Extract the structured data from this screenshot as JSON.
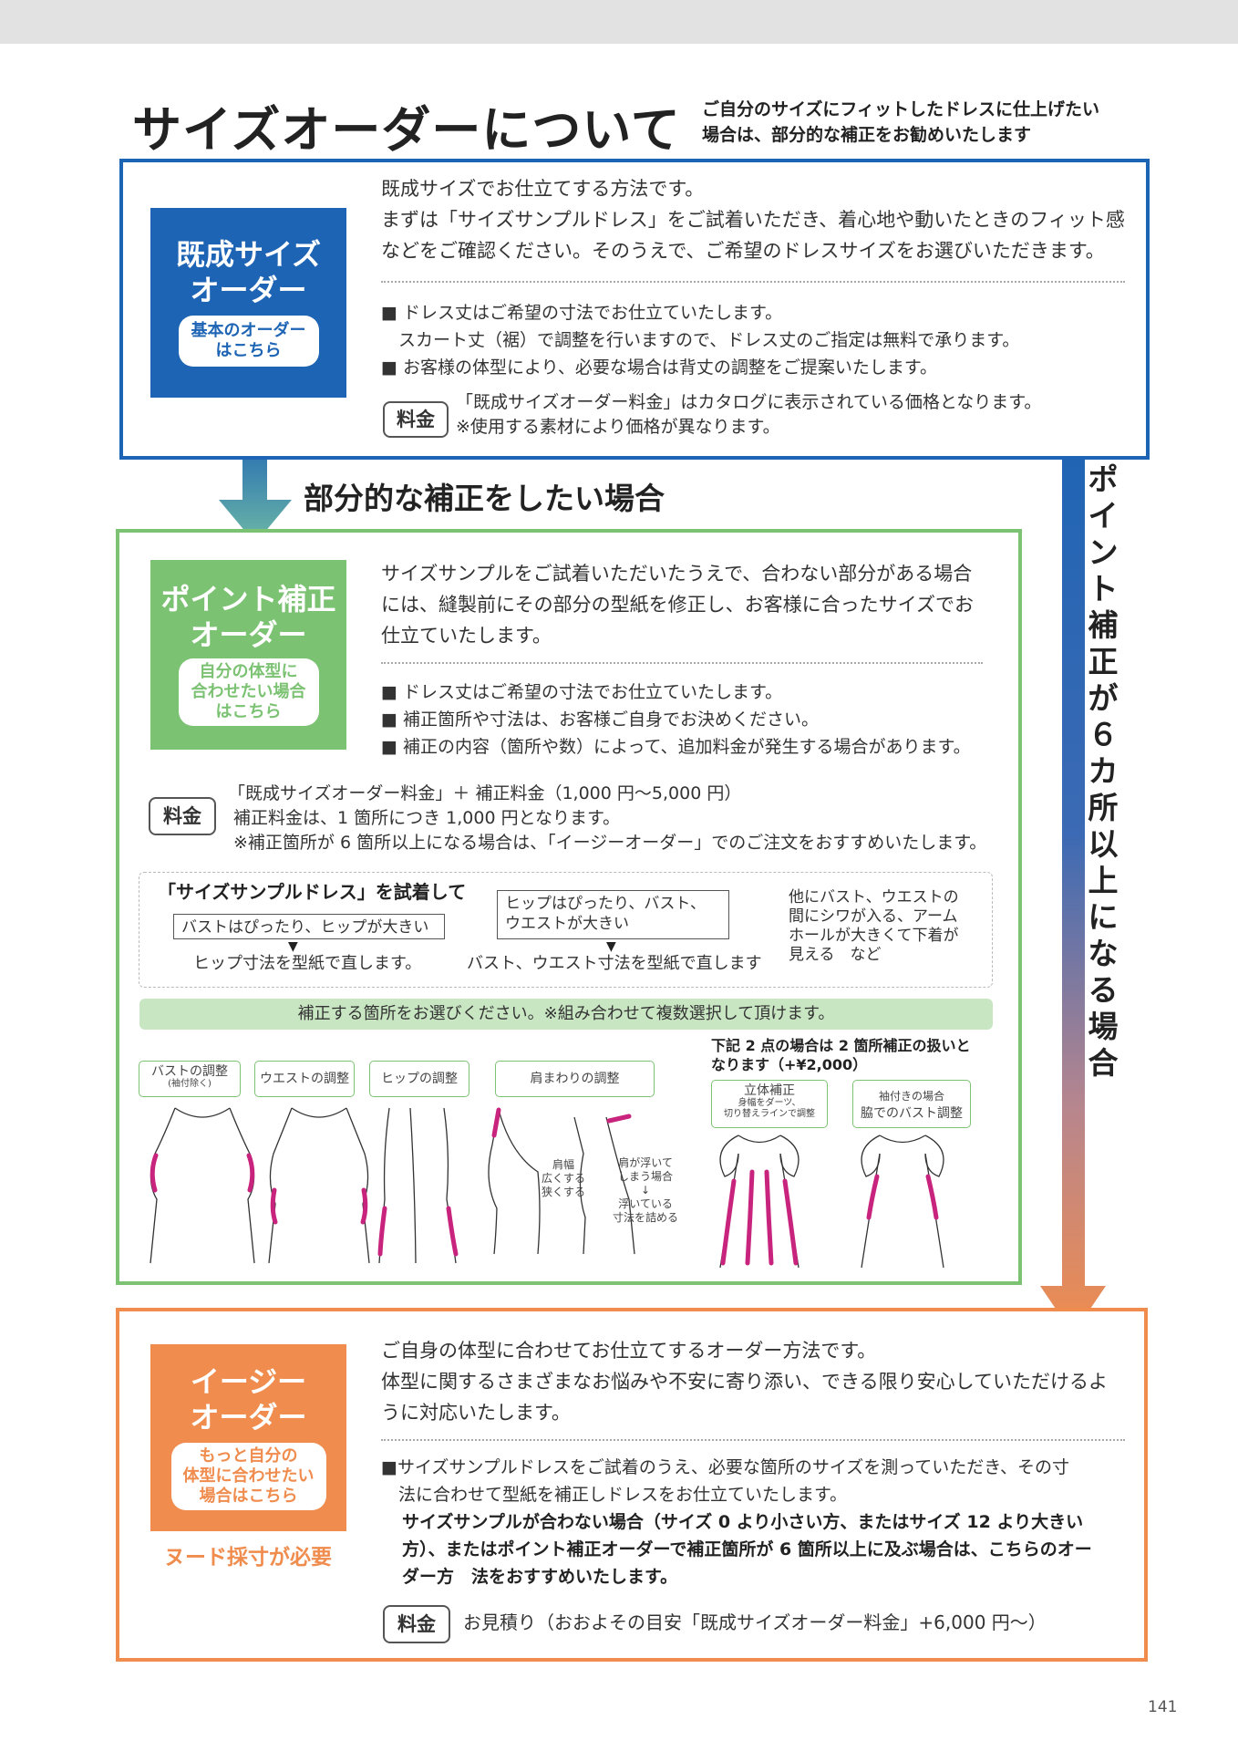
{
  "header": {
    "title": "サイズオーダーについて",
    "subtitle_line1": "ご自分のサイズにフィットしたドレスに仕上げたい",
    "subtitle_line2": "場合は、部分的な補正をお勧めいたします"
  },
  "ready_made": {
    "label_line1": "既成サイズ",
    "label_line2": "オーダー",
    "pill_line1": "基本のオーダー",
    "pill_line2": "はこちら",
    "desc": [
      "既成サイズでお仕立てする方法です。",
      "まずは「サイズサンプルドレス」をご試着いただき、着心地や動いたときのフィット感",
      "などをご確認ください。そのうえで、ご希望のドレスサイズをお選びいただきます。"
    ],
    "notes": [
      "■ ドレス丈はご希望の寸法でお仕立ていたします。",
      "　スカート丈（裾）で調整を行いますので、ドレス丈のご指定は無料で承ります。",
      "■ お客様の体型により、必要な場合は背丈の調整をご提案いたします。"
    ],
    "fee_label": "料金",
    "fee_lines": [
      "「既成サイズオーダー料金」はカタログに表示されている価格となります。",
      "※使用する素材により価格が異なります。"
    ]
  },
  "partial_heading": "部分的な補正をしたい場合",
  "vertical_text": "ポイント補正が６カ所以上になる場合",
  "point": {
    "label_line1": "ポイント補正",
    "label_line2": "オーダー",
    "pill_line1": "自分の体型に",
    "pill_line2": "合わせたい場合",
    "pill_line3": "はこちら",
    "desc": [
      "サイズサンプルをご試着いただいたうえで、合わない部分がある場合",
      "には、縫製前にその部分の型紙を修正し、お客様に合ったサイズでお",
      "仕立ていたします。"
    ],
    "notes": [
      "■ ドレス丈はご希望の寸法でお仕立ていたします。",
      "■ 補正箇所や寸法は、お客様ご自身でお決めください。",
      "■ 補正の内容（箇所や数）によって、追加料金が発生する場合があります。"
    ],
    "fee_label": "料金",
    "fee_lines": [
      "「既成サイズオーダー料金」＋ 補正料金（1,000 円〜5,000 円）",
      "補正料金は、1 箇所につき 1,000 円となります。",
      "※補正箇所が 6 箇所以上になる場合は、「イージーオーダー」でのご注文をおすすめいたします。"
    ],
    "trial_title": "「サイズサンプルドレス」を試着して",
    "case1_box": "バストはぴったり、ヒップが大きい",
    "case1_result": "ヒップ寸法を型紙で直します。",
    "case2_box_line1": "ヒップはぴったり、バスト、",
    "case2_box_line2": "ウエストが大きい",
    "case2_result": "バスト、ウエスト寸法を型紙で直します",
    "case3": [
      "他にバスト、ウエストの",
      "間にシワが入る、アーム",
      "ホールが大きくて下着が",
      "見える　など"
    ],
    "select_bar": "補正する箇所をお選びください。※組み合わせて複数選択して頂けます。",
    "adjust_labels": {
      "bust": "バストの調整",
      "bust_sub": "(袖付除く)",
      "waist": "ウエストの調整",
      "hip": "ヒップの調整",
      "shoulder": "肩まわりの調整"
    },
    "shoulder_notes": {
      "a1": "肩幅",
      "a2": "広くする",
      "a3": "狭くする",
      "b1": "肩が浮いて",
      "b2": "しまう場合",
      "b3": "↓",
      "b4": "浮いている",
      "b5": "寸法を詰める"
    },
    "two_point_line1": "下記 2 点の場合は 2 箇所補正の扱いと",
    "two_point_line2": "なります（+¥2,000）",
    "rittai": "立体補正",
    "rittai_sub1": "身幅をダーツ、",
    "rittai_sub2": "切り替えラインで調整",
    "sleeve1": "袖付きの場合",
    "sleeve2": "脇でのバスト調整"
  },
  "easy": {
    "label_line1": "イージー",
    "label_line2": "オーダー",
    "pill_line1": "もっと自分の",
    "pill_line2": "体型に合わせたい",
    "pill_line3": "場合はこちら",
    "nude": "ヌード採寸が必要",
    "desc": [
      "ご自身の体型に合わせてお仕立てするオーダー方法です。",
      "体型に関するさまざまなお悩みや不安に寄り添い、できる限り安心していただけるよ",
      "うに対応いたします。"
    ],
    "note1": "■サイズサンプルドレスをご試着のうえ、必要な箇所のサイズを測っていただき、その寸",
    "note2": "　法に合わせて型紙を補正しドレスをお仕立ていたします。",
    "bold_lines": [
      "サイズサンプルが合わない場合（サイズ 0 より小さい方、またはサイズ 12 より大きい",
      "方）、またはポイント補正オーダーで補正箇所が 6 箇所以上に及ぶ場合は、こちらのオー",
      "ダー方　法をおすすめいたします。"
    ],
    "fee_label": "料金",
    "fee_line": "お見積り（おおよその目安「既成サイズオーダー料金」+6,000 円〜）"
  },
  "page_number": "141",
  "colors": {
    "blue": "#1e64b4",
    "green": "#7cc273",
    "orange": "#ef8c4e",
    "magenta": "#c8247e"
  }
}
